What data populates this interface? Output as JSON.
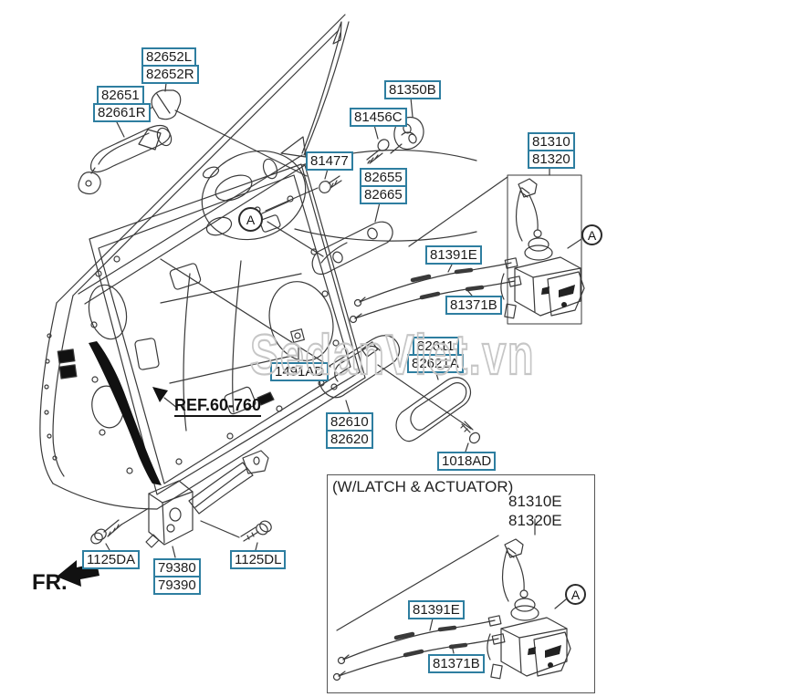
{
  "watermark": "SedanViet.vn",
  "colors": {
    "label_border": "#2e7ea0",
    "art_line": "#3a3a3a",
    "watermark": "#c6c6c6"
  },
  "labels": {
    "p82652L": "82652L",
    "p82652R": "82652R",
    "p82651": "82651",
    "p82661R": "82661R",
    "p81350B": "81350B",
    "p81456C": "81456C",
    "p81477": "81477",
    "p82655": "82655",
    "p82665": "82665",
    "p81310": "81310",
    "p81320": "81320",
    "p81391E": "81391E",
    "p81371B": "81371B",
    "p82611": "82611",
    "p82621A": "82621A",
    "p1491AD": "1491AD",
    "p82610": "82610",
    "p82620": "82620",
    "p1018AD": "1018AD",
    "ref": "REF.60-760",
    "p1125DA": "1125DA",
    "p79380": "79380",
    "p79390": "79390",
    "p1125DL": "1125DL",
    "fr": "FR.",
    "marker_a": "A"
  },
  "inset": {
    "title": "(W/LATCH & ACTUATOR)",
    "p81310E": "81310E",
    "p81320E": "81320E",
    "p81391E": "81391E",
    "p81371B": "81371B"
  }
}
